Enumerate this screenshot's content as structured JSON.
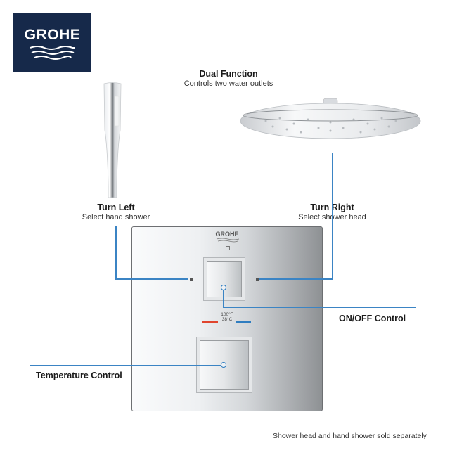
{
  "brand": {
    "logo_text": "GROHE",
    "logo_bg": "#16294a",
    "plate_logo_text": "GROHE"
  },
  "header": {
    "title": "Dual Function",
    "subtitle": "Controls two water outlets"
  },
  "callouts": {
    "turn_left": {
      "title": "Turn Left",
      "subtitle": "Select hand shower"
    },
    "turn_right": {
      "title": "Turn Right",
      "subtitle": "Select shower head"
    },
    "on_off": {
      "title": "ON/OFF Control"
    },
    "temperature": {
      "title": "Temperature Control"
    }
  },
  "temperature_scale": {
    "fahrenheit": "100°F",
    "celsius": "38°C",
    "hot_color": "#e0452e",
    "cold_color": "#2f7dc0"
  },
  "footer": {
    "note": "Shower head and hand shower sold separately"
  },
  "colors": {
    "accent_line": "#3b84c4"
  }
}
